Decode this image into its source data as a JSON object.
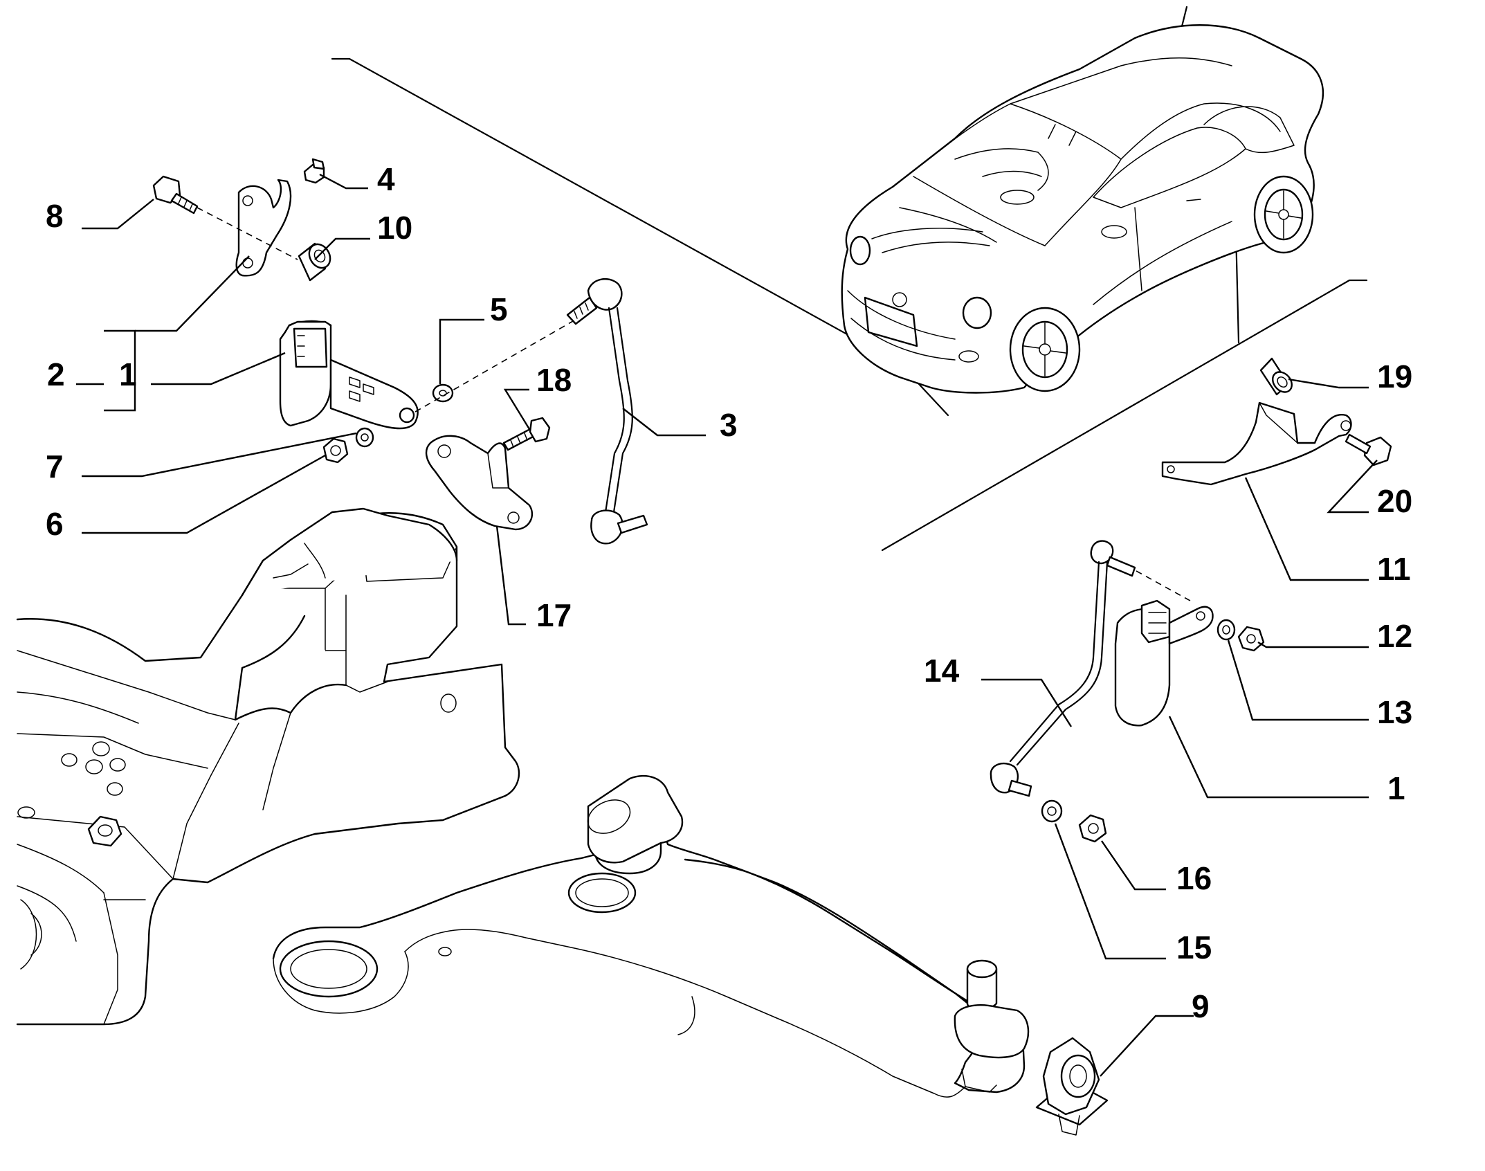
{
  "diagram": {
    "callouts": [
      {
        "id": "c8",
        "text": "8"
      },
      {
        "id": "c4",
        "text": "4"
      },
      {
        "id": "c10",
        "text": "10"
      },
      {
        "id": "c5",
        "text": "5"
      },
      {
        "id": "c2",
        "text": "2"
      },
      {
        "id": "c1a",
        "text": "1"
      },
      {
        "id": "c18",
        "text": "18"
      },
      {
        "id": "c3",
        "text": "3"
      },
      {
        "id": "c7",
        "text": "7"
      },
      {
        "id": "c6",
        "text": "6"
      },
      {
        "id": "c17",
        "text": "17"
      },
      {
        "id": "c19",
        "text": "19"
      },
      {
        "id": "c20",
        "text": "20"
      },
      {
        "id": "c11",
        "text": "11"
      },
      {
        "id": "c12",
        "text": "12"
      },
      {
        "id": "c14",
        "text": "14"
      },
      {
        "id": "c13",
        "text": "13"
      },
      {
        "id": "c1b",
        "text": "1"
      },
      {
        "id": "c16",
        "text": "16"
      },
      {
        "id": "c15",
        "text": "15"
      },
      {
        "id": "c9",
        "text": "9"
      }
    ]
  }
}
